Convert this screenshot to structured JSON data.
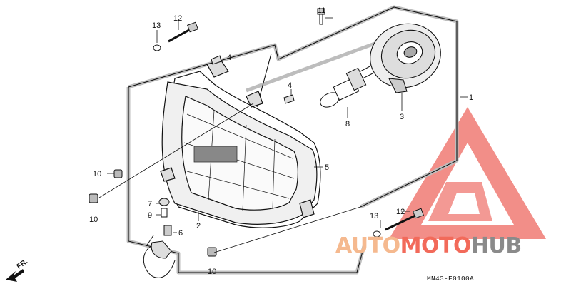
{
  "diagram": {
    "code": "MN43-F0100A",
    "front_arrow_label": "FR.",
    "watermark": {
      "part1": "AUTO",
      "part2": "MOTO",
      "part3": "HUB"
    },
    "callouts": [
      "1",
      "2",
      "3",
      "4",
      "4",
      "5",
      "6",
      "7",
      "8",
      "9",
      "10",
      "10",
      "10",
      "11",
      "12",
      "12",
      "13",
      "13"
    ]
  }
}
